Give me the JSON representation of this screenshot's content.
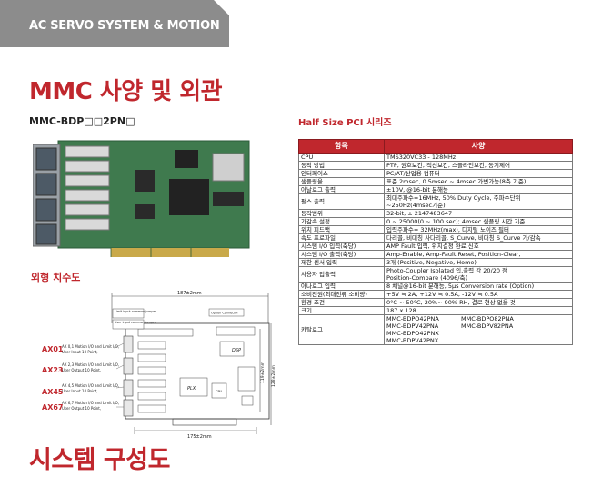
{
  "header": {
    "title": "AC SERVO SYSTEM & MOTION"
  },
  "section_title": "MMC 사양 및 외관",
  "model_title": "MMC-BDP□□2PN□",
  "dim_title": "외형 치수도",
  "system_title": "시스템 구성도",
  "drawing": {
    "width_label": "187±2mm",
    "bottom_label": "175±2mm",
    "height_label_a": "119±2mm",
    "height_label_b": "128±2mm",
    "limit_input_label": "Limit input common jumper",
    "user_input_label": "User input common jumper",
    "option_connector_label": "Option Connector",
    "chip_dsp": "DSP",
    "chip_plx": "PLX",
    "chip_cpu": "CPU",
    "connectors": [
      {
        "name": "AX01",
        "line1": "AX 0,1 Motion I/O and Limit I/O,",
        "line2": "User Input 10 Point,"
      },
      {
        "name": "AX23",
        "line1": "AX 2,3 Motion I/O and Limit I/O,",
        "line2": "User Output 10 Point,"
      },
      {
        "name": "AX45",
        "line1": "AX 4,5 Motion I/O and Limit I/O,",
        "line2": "User Input 10 Point,"
      },
      {
        "name": "AX67",
        "line1": "AX 6,7 Motion I/O and Limit I/O,",
        "line2": "User Output 10 Point,"
      }
    ]
  },
  "table": {
    "title": "Half Size PCI 시리즈",
    "headers": [
      "항목",
      "사양"
    ],
    "rows": [
      {
        "item": "CPU",
        "spec": [
          "TMS320VC33 - 128MHz"
        ]
      },
      {
        "item": "동작 방법",
        "spec": [
          "PTP, 원호보간, 직선보간, 스플라인보간, 동기제어"
        ]
      },
      {
        "item": "인터페이스",
        "spec": [
          "PC/AT/산업용 컴퓨터"
        ]
      },
      {
        "item": "샘플링율",
        "spec": [
          "표준 2msec, 0.5msec ~ 4msec 가변가능(8축 기준)"
        ]
      },
      {
        "item": "아날로그 출력",
        "spec": [
          "±10V, @16-bit 분해능"
        ]
      },
      {
        "item": "펄스 출력",
        "spec": [
          "최대주파수=16MHz, 50% Duty Cycle, 주파수단위",
          "~250Hz(4msec기준)"
        ]
      },
      {
        "item": "동작범위",
        "spec": [
          "32-bit, ± 2147483647"
        ]
      },
      {
        "item": "가감속 설정",
        "spec": [
          "0 ~ 25000(0 ~ 100 sec); 4msec 샘플링 시간 기준"
        ]
      },
      {
        "item": "위치 피드백",
        "spec": [
          "입력주파수= 32MHz(max), 디지털 노이즈 필터"
        ]
      },
      {
        "item": "속도 프로파일",
        "spec": [
          "다리꼴, 비대칭 사다리꼴, S_Curve, 비대칭 S_Curve 가/감속"
        ]
      },
      {
        "item": "시스템 I/O 입력(축당)",
        "spec": [
          "AMP Fault 입력, 위치결정 완료 신호"
        ]
      },
      {
        "item": "시스템 I/O 출력(축당)",
        "spec": [
          "Amp-Enable, Amp-Fault Reset, Position-Clear,"
        ]
      },
      {
        "item": "제한 센서 입력",
        "spec": [
          "3개 (Positive, Negative, Home)"
        ]
      },
      {
        "item": "사용자 입출력",
        "spec": [
          "Photo-Coupler Isolated 입,출력 각 20/20 점",
          "Position-Compare (4096/축)"
        ]
      },
      {
        "item": "아나로그 입력",
        "spec": [
          "8 채널@16-bit 분해능, 5μs Conversion rate (Option)"
        ]
      },
      {
        "item": "소비전원(최대전류 소비량)",
        "spec": [
          "+5V ≒ 2A, +12V ≒ 0.5A, -12V ≒ 0.5A"
        ]
      },
      {
        "item": "환경 조건",
        "spec": [
          "0°C ~ 50°C, 20%~ 90% RH, 결로 현상 없을 것"
        ]
      },
      {
        "item": "크기",
        "spec": [
          "187 x 128"
        ]
      }
    ],
    "catalog": {
      "item": "카탈로그",
      "products": [
        "MMC-BDPO42PNA",
        "MMC-BDPO82PNA",
        "MMC-BDPV42PNA",
        "MMC-BDPV82PNA",
        "MMC-BDPO42PNX",
        "",
        "MMC-BDPV42PNX",
        ""
      ]
    }
  },
  "colors": {
    "accent": "#c0272d",
    "header_gray": "#8c8c8c",
    "board_green": "#3f7a4e"
  }
}
